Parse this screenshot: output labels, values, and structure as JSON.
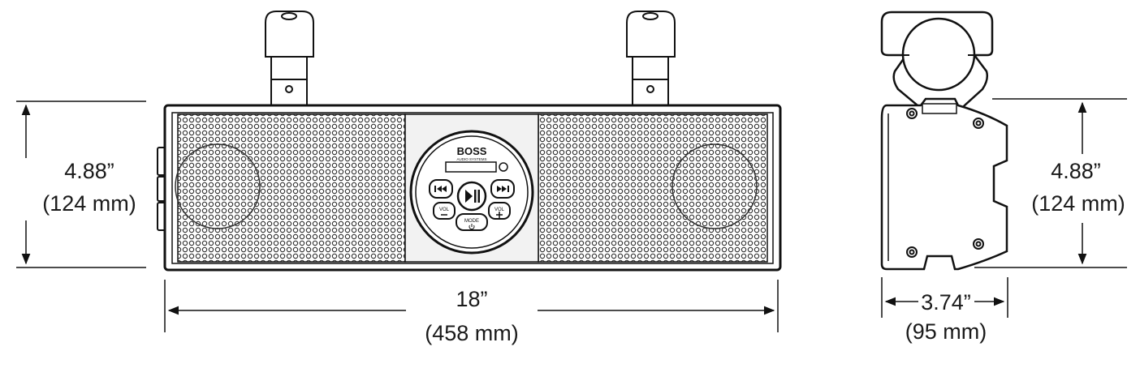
{
  "front_view": {
    "height_label": "4.88”",
    "height_metric": "(124 mm)",
    "width_label": "18”",
    "width_metric": "(458 mm)"
  },
  "control_panel": {
    "brand": "BOSS",
    "brand_sub": "AUDIO SYSTEMS",
    "prev_icon": "skip-back-icon",
    "play_icon": "play-pause-icon",
    "next_icon": "skip-forward-icon",
    "vol_down_label": "VOL",
    "vol_up_label": "VOL",
    "mode_label": "MODE"
  },
  "side_view": {
    "height_label": "4.88”",
    "height_metric": "(124 mm)",
    "depth_label": "3.74”",
    "depth_metric": "(95 mm)"
  }
}
